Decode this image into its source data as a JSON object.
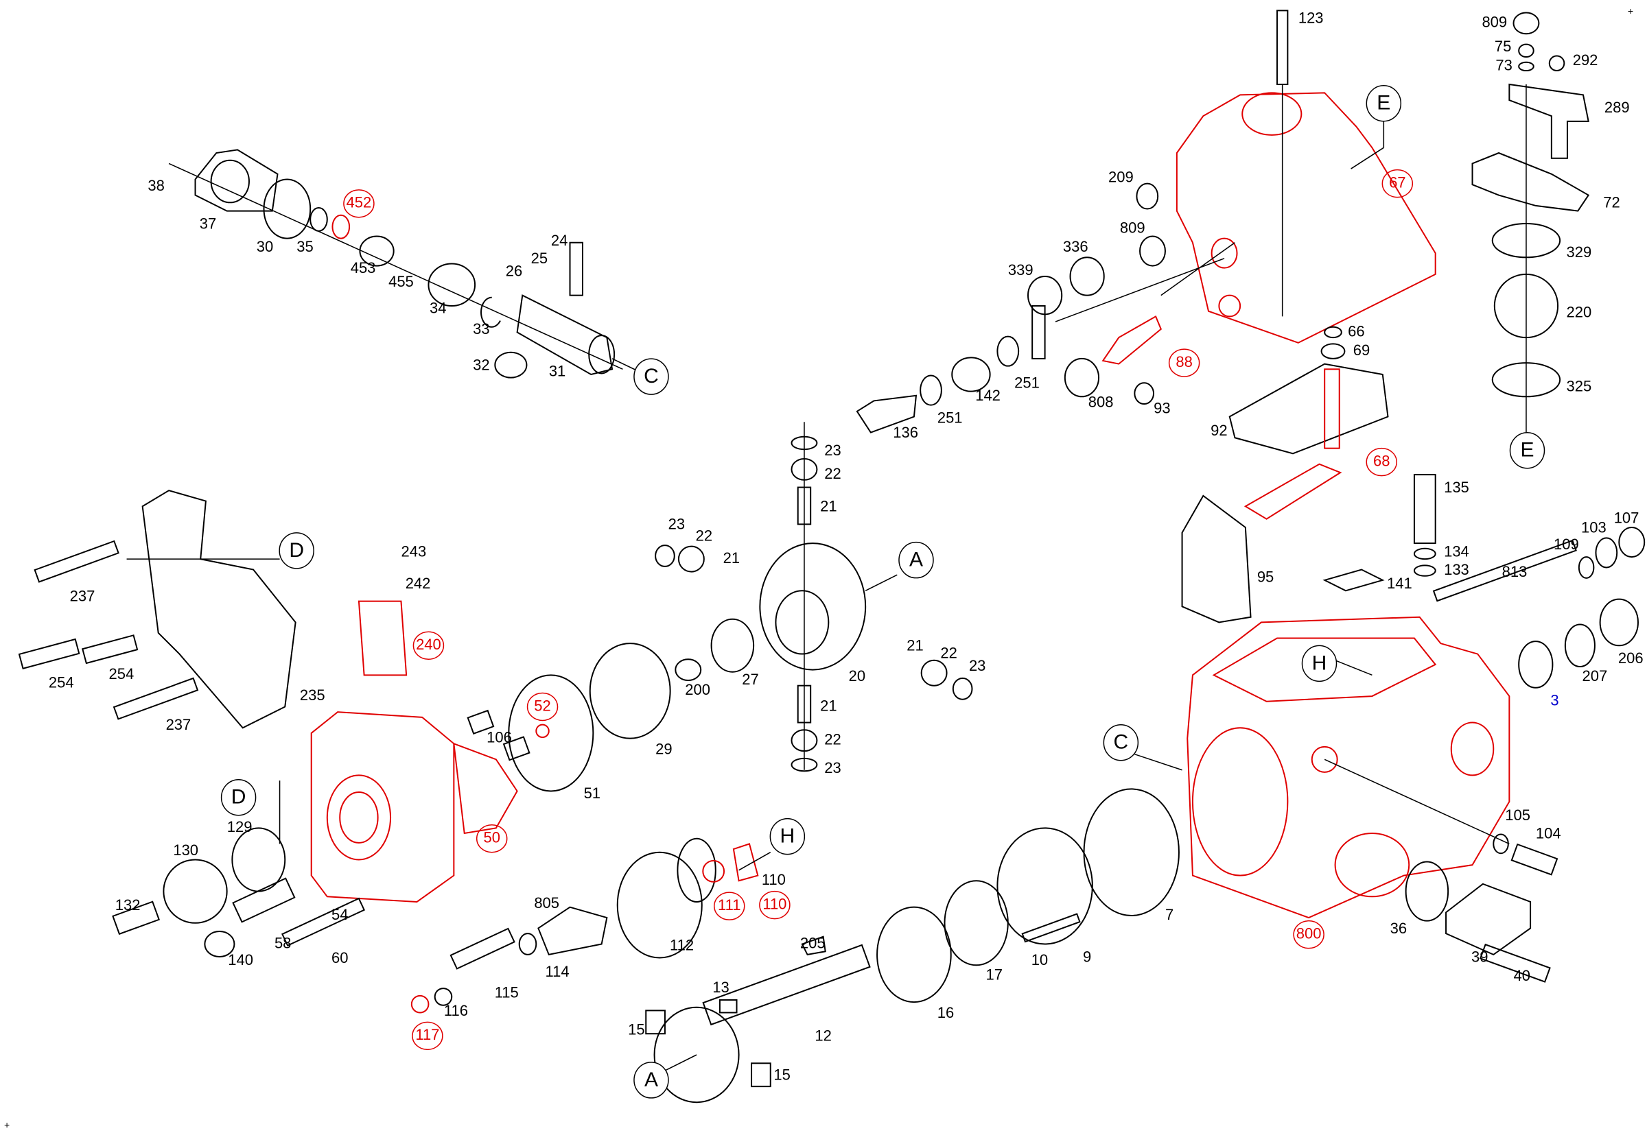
{
  "part_labels": [
    "38",
    "37",
    "30",
    "35",
    "453",
    "455",
    "34",
    "33",
    "26",
    "25",
    "24",
    "32",
    "31",
    "123",
    "209",
    "809",
    "336",
    "339",
    "251",
    "142",
    "251",
    "136",
    "808",
    "93",
    "66",
    "69",
    "92",
    "809",
    "75",
    "73",
    "292",
    "289",
    "72",
    "329",
    "220",
    "325",
    "135",
    "134",
    "133",
    "141",
    "95",
    "107",
    "103",
    "109",
    "813",
    "207",
    "206",
    "105",
    "104",
    "36",
    "39",
    "40",
    "7",
    "9",
    "10",
    "17",
    "16",
    "205",
    "12",
    "13",
    "15",
    "15",
    "805",
    "114",
    "115",
    "116",
    "112",
    "110",
    "23",
    "22",
    "21",
    "23",
    "22",
    "21",
    "21",
    "22",
    "23",
    "200",
    "27",
    "20",
    "21",
    "22",
    "23",
    "29",
    "51",
    "237",
    "254",
    "254",
    "237",
    "235",
    "243",
    "242",
    "106",
    "129",
    "130",
    "132",
    "140",
    "58",
    "54",
    "60"
  ],
  "highlighted_labels": [
    "452",
    "67",
    "88",
    "68",
    "240",
    "52",
    "50",
    "111",
    "110",
    "117",
    "800"
  ],
  "accent_labels": [
    "3"
  ],
  "reference_labels": [
    "C",
    "E",
    "E",
    "D",
    "A",
    "H",
    "C",
    "D",
    "H",
    "A"
  ],
  "corner_marks": [
    "+",
    "+"
  ],
  "colors": {
    "highlight": "#e00000",
    "accent": "#0000cc",
    "line": "#000000"
  }
}
